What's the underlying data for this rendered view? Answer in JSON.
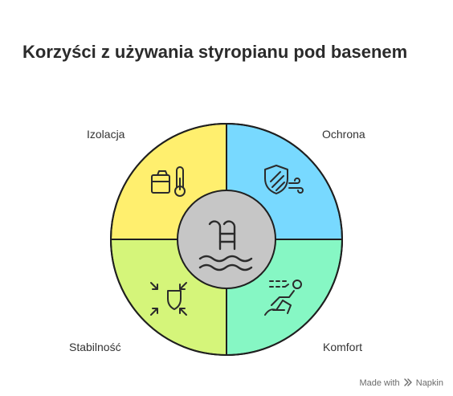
{
  "title": "Korzyści z używania styropianu pod basenem",
  "segments": [
    {
      "label": "Izolacja",
      "icon": "box-thermometer-icon",
      "color": "#FFEF6E"
    },
    {
      "label": "Ochrona",
      "icon": "shield-wind-icon",
      "color": "#78D9FF"
    },
    {
      "label": "Stabilność",
      "icon": "shield-arrows-icon",
      "color": "#D5F57A"
    },
    {
      "label": "Komfort",
      "icon": "person-relax-icon",
      "color": "#86F7C4"
    }
  ],
  "center": {
    "icon": "pool-ladder-icon",
    "color": "#C6C6C6"
  },
  "footer": {
    "made_with": "Made with",
    "brand": "Napkin"
  }
}
